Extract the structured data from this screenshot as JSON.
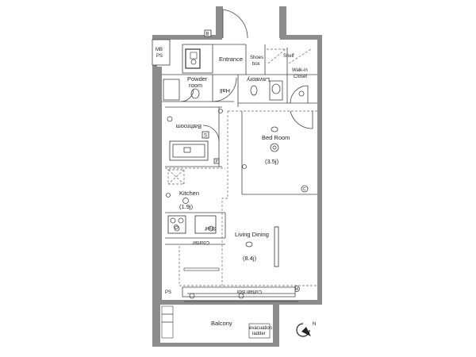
{
  "rooms": {
    "mb_ps": [
      "MB",
      "PS"
    ],
    "entrance": "Entrance",
    "shoes_box": [
      "Shoes",
      "box"
    ],
    "shelf": "Shelf",
    "powder_room": [
      "Powder",
      "room"
    ],
    "hall": "Hall",
    "lavatory": "Lavatory",
    "walk_in_closet": [
      "Walk-in",
      "Closet"
    ],
    "bathroom": "Bathroom",
    "bed_room": "Bed Room",
    "bed_room_size": "(3.5j)",
    "kitchen": "Kitchen",
    "kitchen_size": "(1.9j)",
    "counter": "Counter",
    "shelf_kitchen": "Shelf",
    "living_dining": "Living Dining",
    "living_dining_size": "(8.4j)",
    "curtain_box": "Curtain Box",
    "ps_small": "PS",
    "balcony": "Balcony",
    "evacuation_ladder": [
      "evacuation",
      "ladder"
    ]
  },
  "markers": {
    "b_top": "B",
    "m_living": "M",
    "c_bed": "C",
    "s_bath": "S",
    "p_small": "P",
    "north": "N"
  }
}
